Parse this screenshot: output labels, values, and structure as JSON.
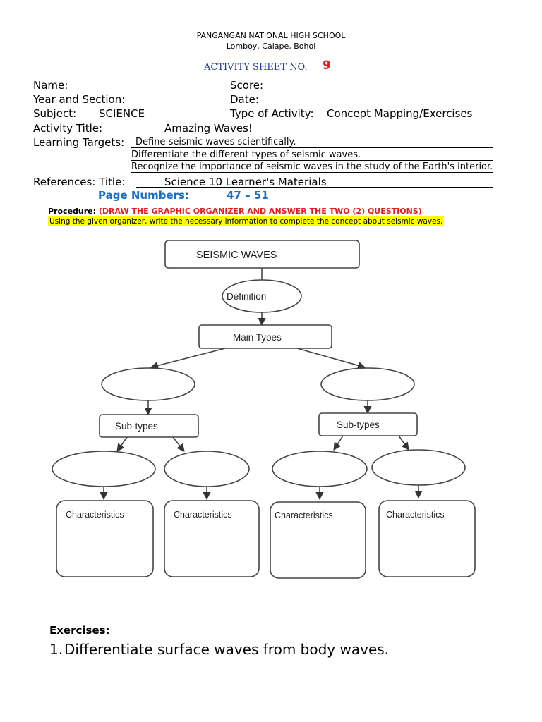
{
  "header": {
    "school": "PANGANGAN NATIONAL HIGH SCHOOL",
    "address": "Lomboy, Calape, Bohol",
    "sheet_label": "ACTIVITY SHEET NO.",
    "sheet_number": "9"
  },
  "form": {
    "name_label": "Name:",
    "score_label": "Score:",
    "year_section_label": "Year and Section:",
    "date_label": "Date:",
    "subject_label": "Subject:",
    "subject_value": "SCIENCE",
    "type_label": "Type of Activity:",
    "type_value": "Concept Mapping/Exercises",
    "activity_title_label": "Activity Title:",
    "activity_title_value": "Amazing Waves!",
    "learning_targets_label": "Learning Targets:",
    "learning_targets": [
      "Define seismic waves scientifically.",
      "Differentiate the different types of seismic waves.",
      "Recognize the importance of seismic waves in the study of the Earth's interior."
    ],
    "references_label": "References: Title:",
    "references_value": "Science 10 Learner's Materials",
    "page_numbers_label": "Page Numbers:",
    "page_numbers_value": "47 – 51"
  },
  "procedure": {
    "label": "Procedure:",
    "note": "(DRAW THE GRAPHIC ORGANIZER AND ANSWER THE TWO (2) QUESTIONS)",
    "instruction": "Using the given organizer, write the necessary information to complete the concept about seismic waves."
  },
  "organizer": {
    "root": "SEISMIC WAVES",
    "definition": "Definition",
    "main_types": "Main Types",
    "subtypes": "Sub-types",
    "characteristics": "Characteristics"
  },
  "exercises": {
    "title": "Exercises:",
    "items": [
      {
        "number": "1.",
        "text": "Differentiate surface waves from body waves."
      }
    ]
  }
}
